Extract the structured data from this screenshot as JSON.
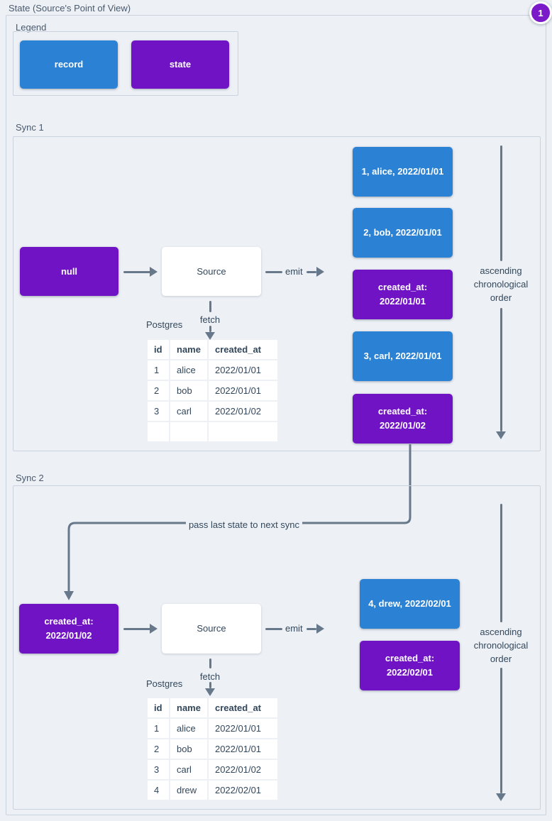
{
  "title": "State (Source's Point of View)",
  "badge": "1",
  "pass_label": "pass last state to next sync",
  "colors": {
    "record": "#2b82d4",
    "state": "#7013c4",
    "arrow": "#67788b",
    "border": "#c9d2dd",
    "background": "#edf1f6",
    "badge": "#7b1ac9"
  },
  "legend": {
    "label": "Legend",
    "record_label": "record",
    "state_label": "state"
  },
  "sync1": {
    "label": "Sync 1",
    "input_state": "null",
    "source_label": "Source",
    "emit_label": "emit",
    "fetch_label": "fetch",
    "db_label": "Postgres",
    "order_label": "ascending chronological order",
    "stack": [
      {
        "kind": "record",
        "text": "1, alice, 2022/01/01"
      },
      {
        "kind": "record",
        "text": "2, bob, 2022/01/01"
      },
      {
        "kind": "state",
        "text": "created_at:\n2022/01/01"
      },
      {
        "kind": "record",
        "text": "3, carl, 2022/01/01"
      },
      {
        "kind": "state",
        "text": "created_at:\n2022/01/02"
      }
    ],
    "table": {
      "headers": [
        "id",
        "name",
        "created_at"
      ],
      "rows": [
        [
          "1",
          "alice",
          "2022/01/01"
        ],
        [
          "2",
          "bob",
          "2022/01/01"
        ],
        [
          "3",
          "carl",
          "2022/01/02"
        ],
        [
          "",
          "",
          ""
        ]
      ]
    }
  },
  "sync2": {
    "label": "Sync 2",
    "input_state": "created_at:\n2022/01/02",
    "source_label": "Source",
    "emit_label": "emit",
    "fetch_label": "fetch",
    "db_label": "Postgres",
    "order_label": "ascending chronological order",
    "stack": [
      {
        "kind": "record",
        "text": "4, drew, 2022/02/01"
      },
      {
        "kind": "state",
        "text": "created_at:\n2022/02/01"
      }
    ],
    "table": {
      "headers": [
        "id",
        "name",
        "created_at"
      ],
      "rows": [
        [
          "1",
          "alice",
          "2022/01/01"
        ],
        [
          "2",
          "bob",
          "2022/01/01"
        ],
        [
          "3",
          "carl",
          "2022/01/02"
        ],
        [
          "4",
          "drew",
          "2022/02/01"
        ]
      ]
    }
  }
}
